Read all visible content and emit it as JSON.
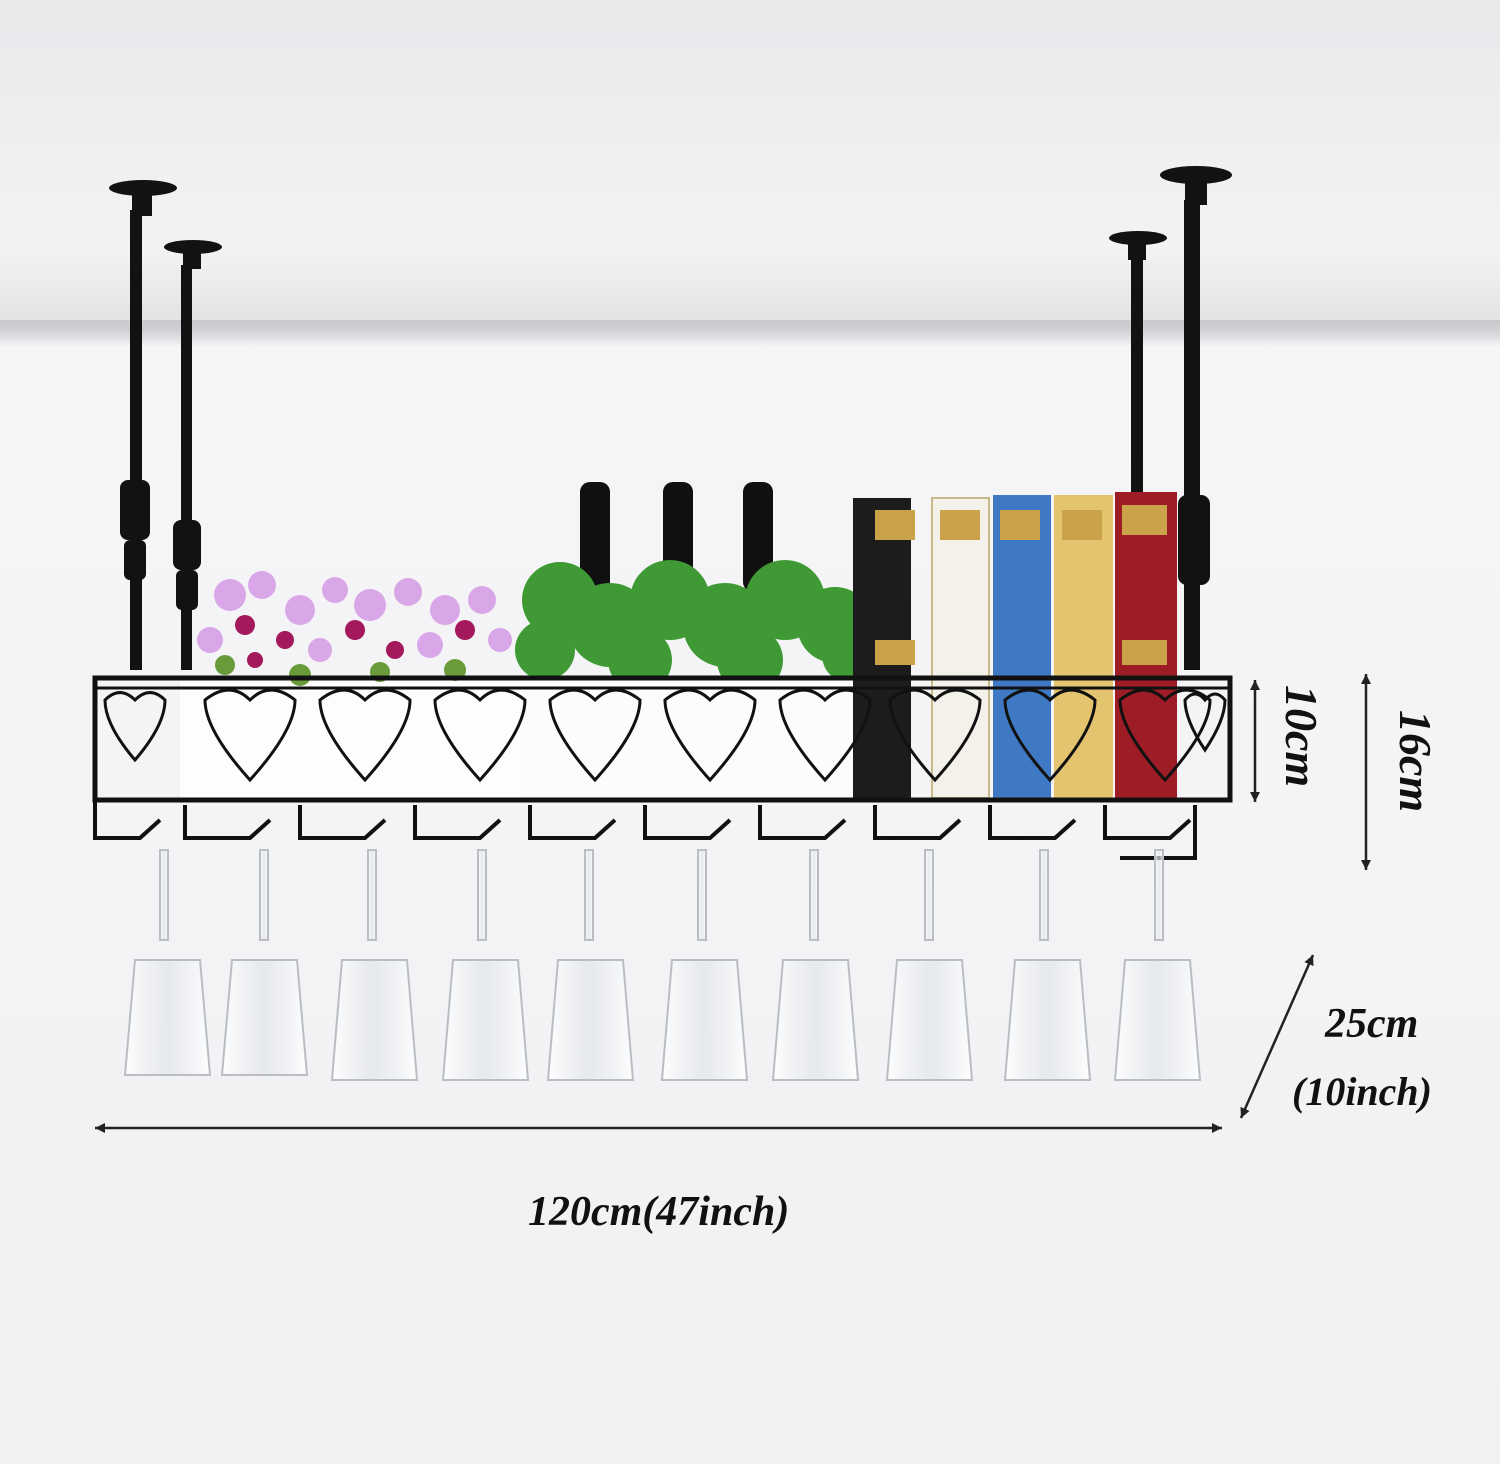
{
  "image": {
    "subject": "hanging-wine-glass-rack",
    "background_color": "#f4f4f6",
    "metal_color": "#111111"
  },
  "dimensions": {
    "inner_height": "10cm",
    "total_height": "16cm",
    "depth_cm": "25cm",
    "depth_inch": "(10inch)",
    "width": "120cm(47inch)"
  },
  "books": [
    {
      "color": "#1c1c1c"
    },
    {
      "color": "#f3f1ea"
    },
    {
      "color": "#3f79c3"
    },
    {
      "color": "#e5c46f"
    },
    {
      "color": "#9e1c25"
    }
  ],
  "bottles": [
    {
      "color": "#101010"
    },
    {
      "color": "#101010"
    },
    {
      "color": "#101010"
    }
  ]
}
